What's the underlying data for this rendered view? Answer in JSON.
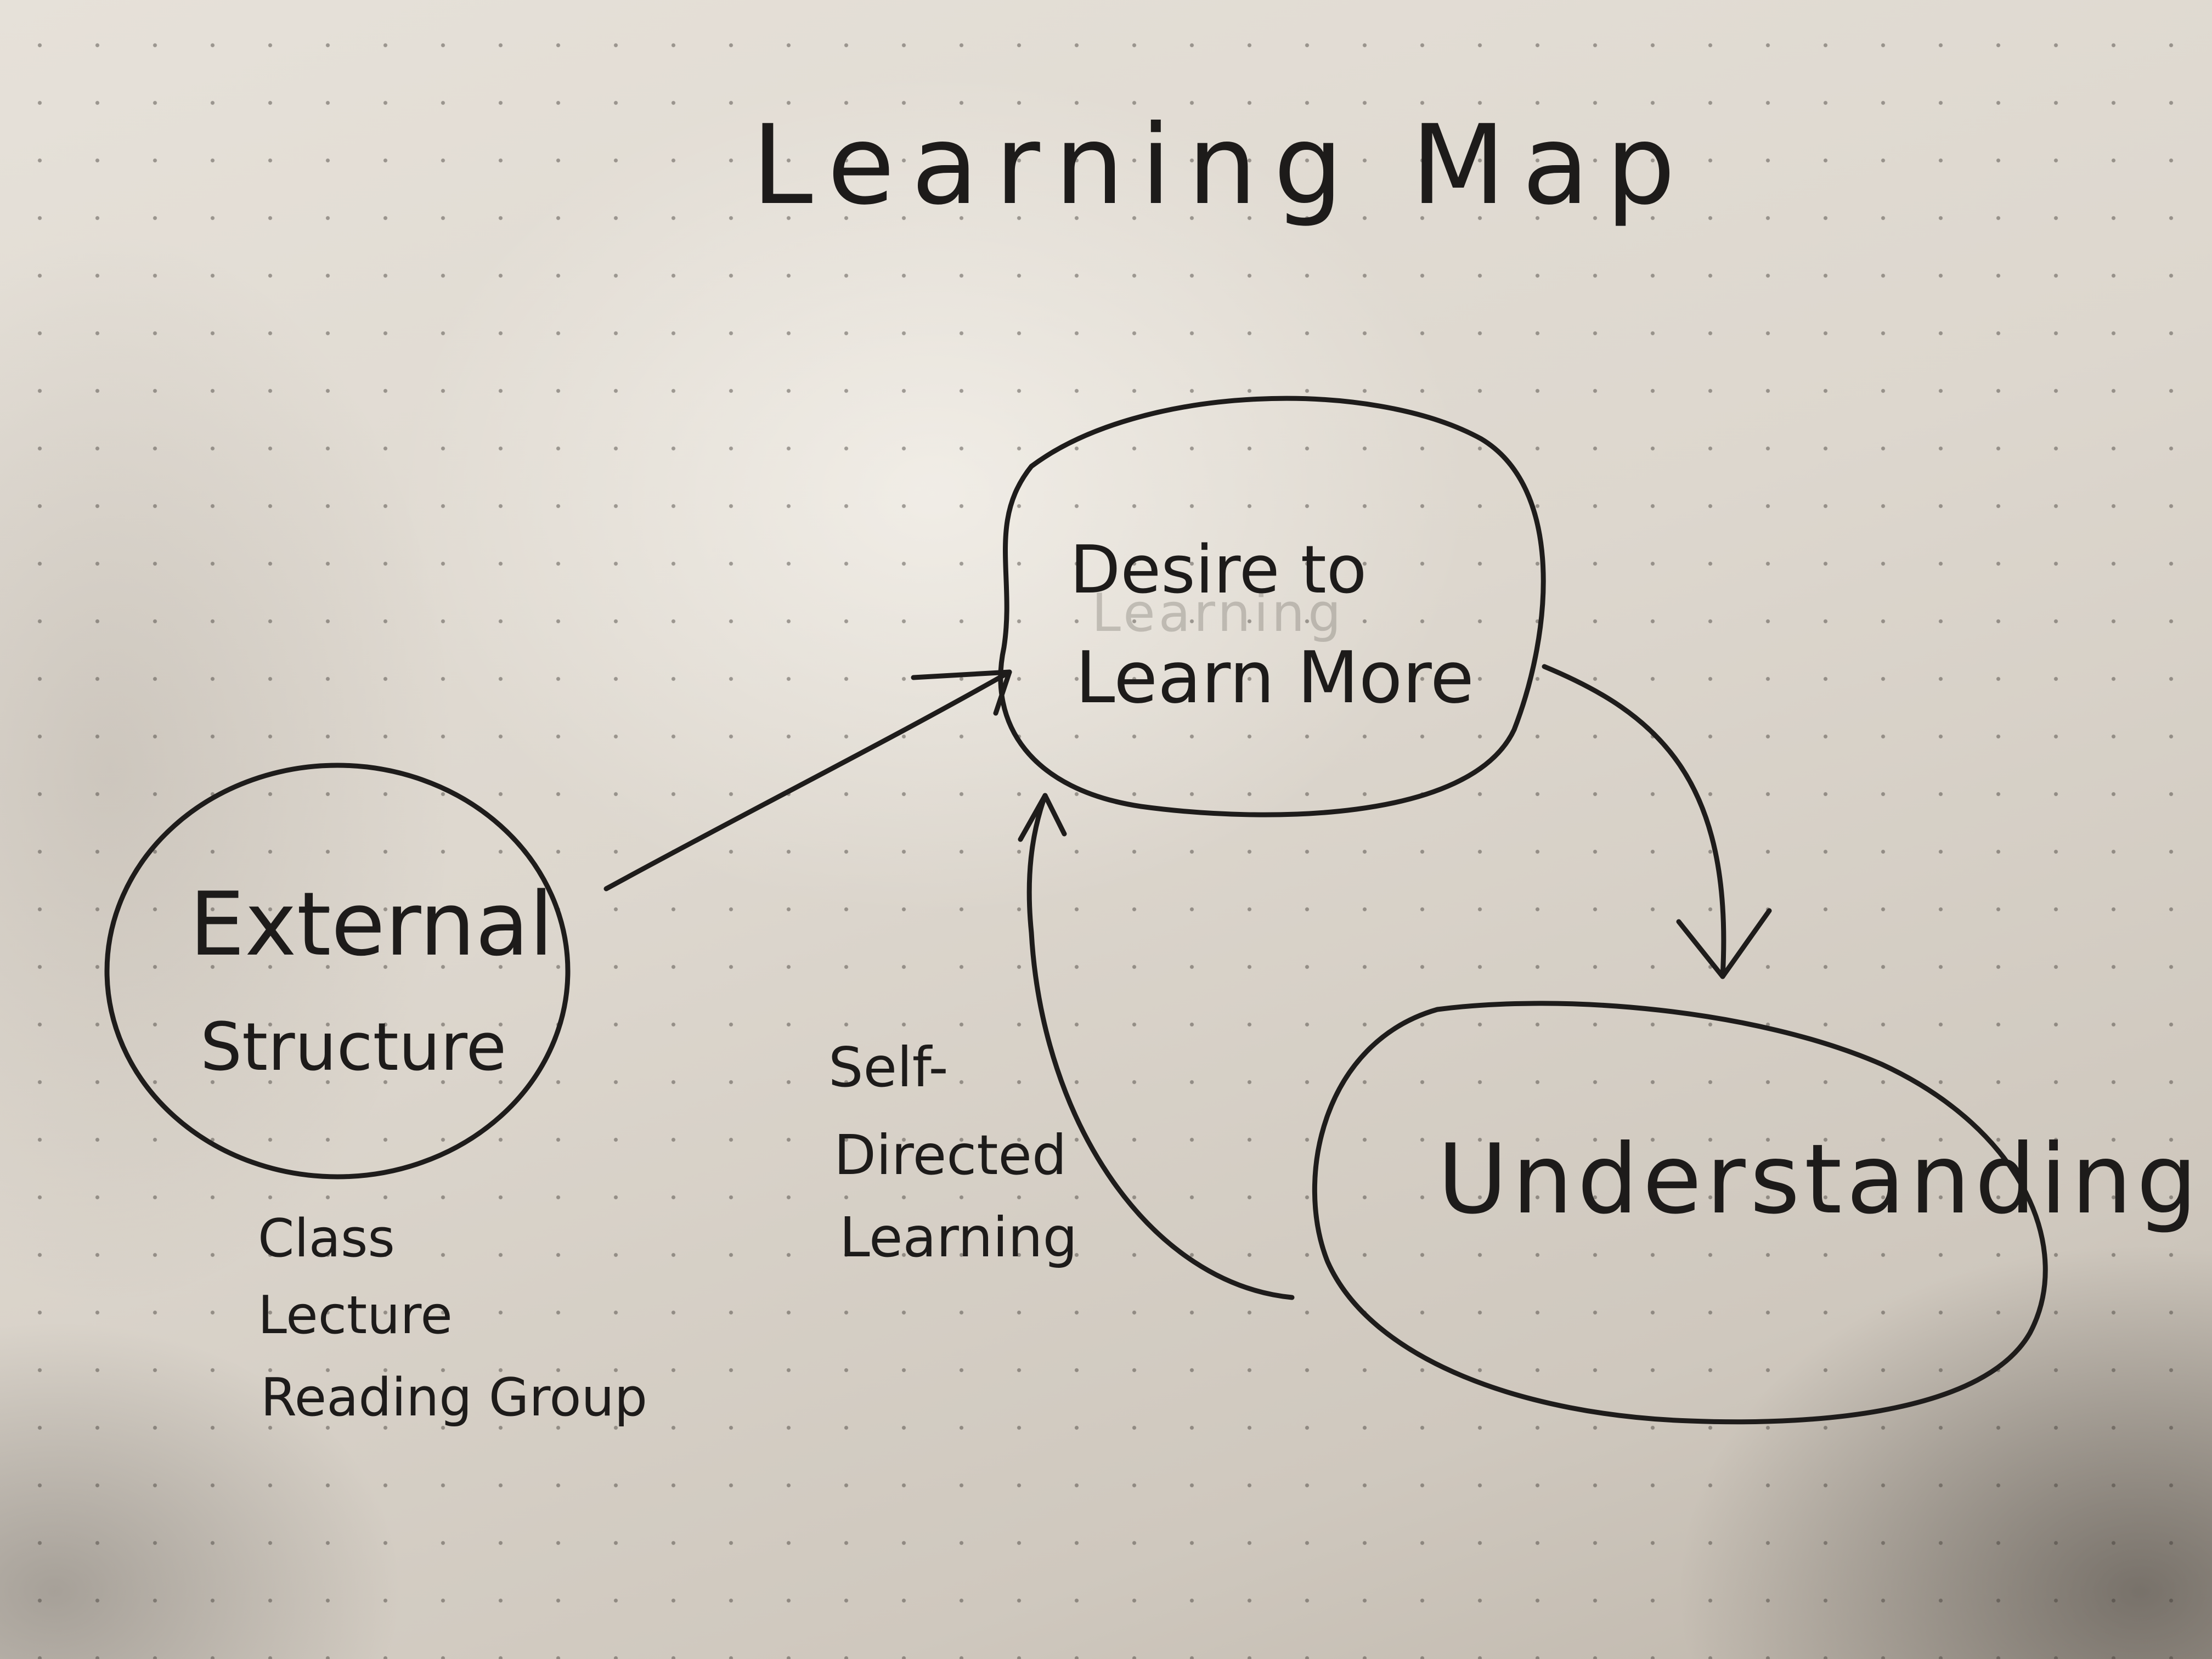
{
  "title": "Learning Map",
  "nodes": {
    "desire": {
      "line1": "Desire to",
      "line2": "Learn More"
    },
    "external": {
      "line1": "External",
      "line2": "Structure"
    },
    "understanding": {
      "label": "Understanding"
    }
  },
  "external_examples": [
    "Class",
    "Lecture",
    "Reading Group"
  ],
  "edge_labels": {
    "self_directed": [
      "Self-",
      "Directed",
      "Learning"
    ]
  },
  "erased_text": "Learning"
}
